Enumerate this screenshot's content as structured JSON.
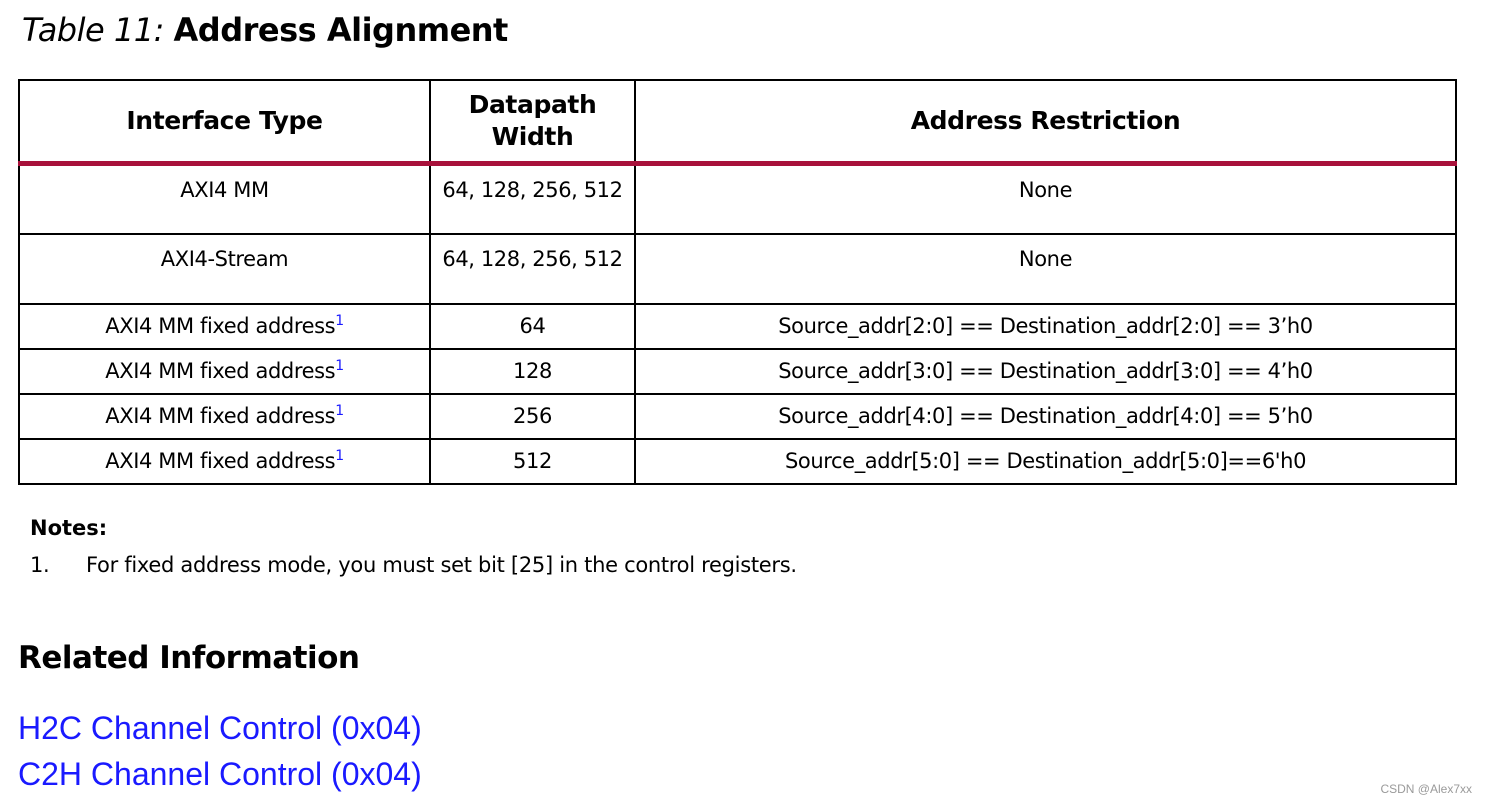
{
  "caption": {
    "label": "Table 11:",
    "title": "Address Alignment"
  },
  "table": {
    "headers": [
      "Interface Type",
      "Datapath Width",
      "Address Restriction"
    ],
    "rows": [
      {
        "interface": "AXI4 MM",
        "footnote": "",
        "width": "64, 128, 256, 512",
        "restriction": "None"
      },
      {
        "interface": "AXI4-Stream",
        "footnote": "",
        "width": "64, 128, 256, 512",
        "restriction": "None"
      },
      {
        "interface": "AXI4 MM fixed address",
        "footnote": "1",
        "width": "64",
        "restriction": "Source_addr[2:0] == Destination_addr[2:0] == 3’h0"
      },
      {
        "interface": "AXI4 MM fixed address",
        "footnote": "1",
        "width": "128",
        "restriction": "Source_addr[3:0] == Destination_addr[3:0] == 4’h0"
      },
      {
        "interface": "AXI4 MM fixed address",
        "footnote": "1",
        "width": "256",
        "restriction": "Source_addr[4:0] == Destination_addr[4:0] == 5’h0"
      },
      {
        "interface": "AXI4 MM fixed address",
        "footnote": "1",
        "width": "512",
        "restriction": "Source_addr[5:0] == Destination_addr[5:0]==6'h0"
      }
    ]
  },
  "notes": {
    "title": "Notes:",
    "items": [
      {
        "number": "1.",
        "text": "For fixed address mode, you must set bit [25] in the control registers."
      }
    ]
  },
  "related": {
    "title": "Related Information",
    "links": [
      "H2C Channel Control (0x04)",
      "C2H Channel Control (0x04)"
    ]
  },
  "watermark": "CSDN @Alex7xx",
  "colors": {
    "header_rule": "#a8113b",
    "link": "#1a1aff"
  }
}
